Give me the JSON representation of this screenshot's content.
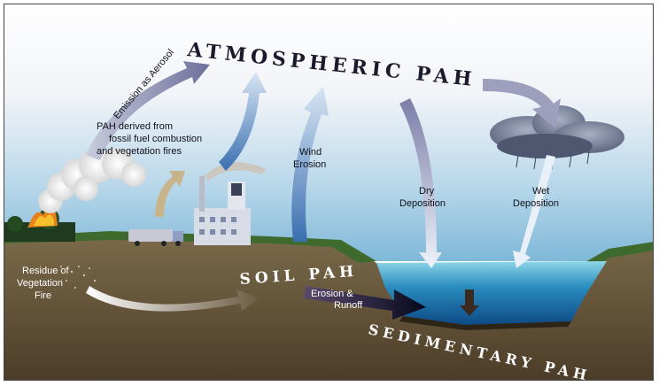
{
  "title": "ATMOSPHERIC PAH",
  "soil_label": "SOIL PAH",
  "sediment_label": "SEDIMENTARY PAH",
  "labels": {
    "emission": "Emission as Aerosol",
    "pah_derived_1": "PAH derived from",
    "pah_derived_2": "fossil fuel combustion",
    "pah_derived_3": "and vegetation fires",
    "wind_1": "Wind",
    "wind_2": "Erosion",
    "dry_1": "Dry",
    "dry_2": "Deposition",
    "wet_1": "Wet",
    "wet_2": "Deposition",
    "residue_1": "Residue of",
    "residue_2": "Vegetation",
    "residue_3": "Fire",
    "runoff_1": "Erosion &",
    "runoff_2": "Runoff"
  },
  "colors": {
    "sky_top": "#ffffff",
    "sky_bottom": "#8fc3de",
    "ground": "#6b5a3e",
    "water": "#2f8fc0",
    "arrow": "#9aa4c8"
  }
}
